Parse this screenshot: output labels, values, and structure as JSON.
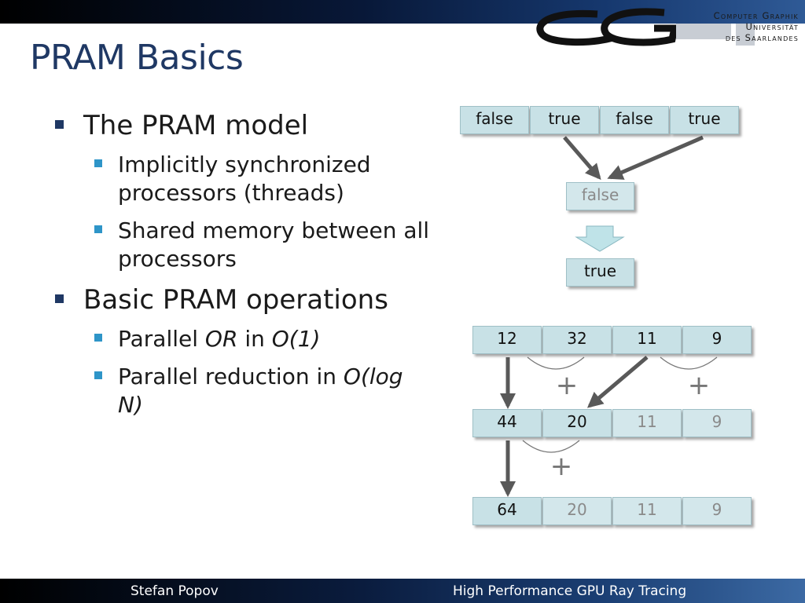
{
  "slide": {
    "title": "PRAM Basics",
    "logo": {
      "line1": "Computer Graphik",
      "line2": "Universität",
      "line3": "des Saarlandes"
    },
    "bullets": [
      {
        "text": "The PRAM model",
        "sub": [
          "Implicitly synchronized processors (threads)",
          "Shared memory between all processors"
        ]
      },
      {
        "text": "Basic PRAM operations",
        "sub": [
          {
            "parts": [
              {
                "t": "Parallel "
              },
              {
                "t": "OR",
                "i": true
              },
              {
                "t": " in "
              },
              {
                "t": "O(1)",
                "i": true
              }
            ]
          },
          {
            "parts": [
              {
                "t": "Parallel reduction in "
              },
              {
                "t": "O(log N)",
                "i": true
              }
            ]
          }
        ]
      }
    ],
    "or_diagram": {
      "inputs": [
        "false",
        "true",
        "false",
        "true"
      ],
      "intermediate": "false",
      "result": "true"
    },
    "reduction_diagram": {
      "rows": [
        {
          "values": [
            "12",
            "32",
            "11",
            "9"
          ],
          "active": [
            true,
            true,
            true,
            true
          ]
        },
        {
          "values": [
            "44",
            "20",
            "11",
            "9"
          ],
          "active": [
            true,
            true,
            false,
            false
          ]
        },
        {
          "values": [
            "64",
            "20",
            "11",
            "9"
          ],
          "active": [
            true,
            false,
            false,
            false
          ]
        }
      ],
      "plus": "+"
    },
    "footer": {
      "author": "Stefan Popov",
      "talk": "High Performance GPU Ray Tracing"
    },
    "colors": {
      "title": "#1f3864",
      "cell": "#c8e1e6",
      "arrow": "#595959",
      "bullet_main": "#1f3864",
      "bullet_sub": "#2e95c8"
    }
  }
}
